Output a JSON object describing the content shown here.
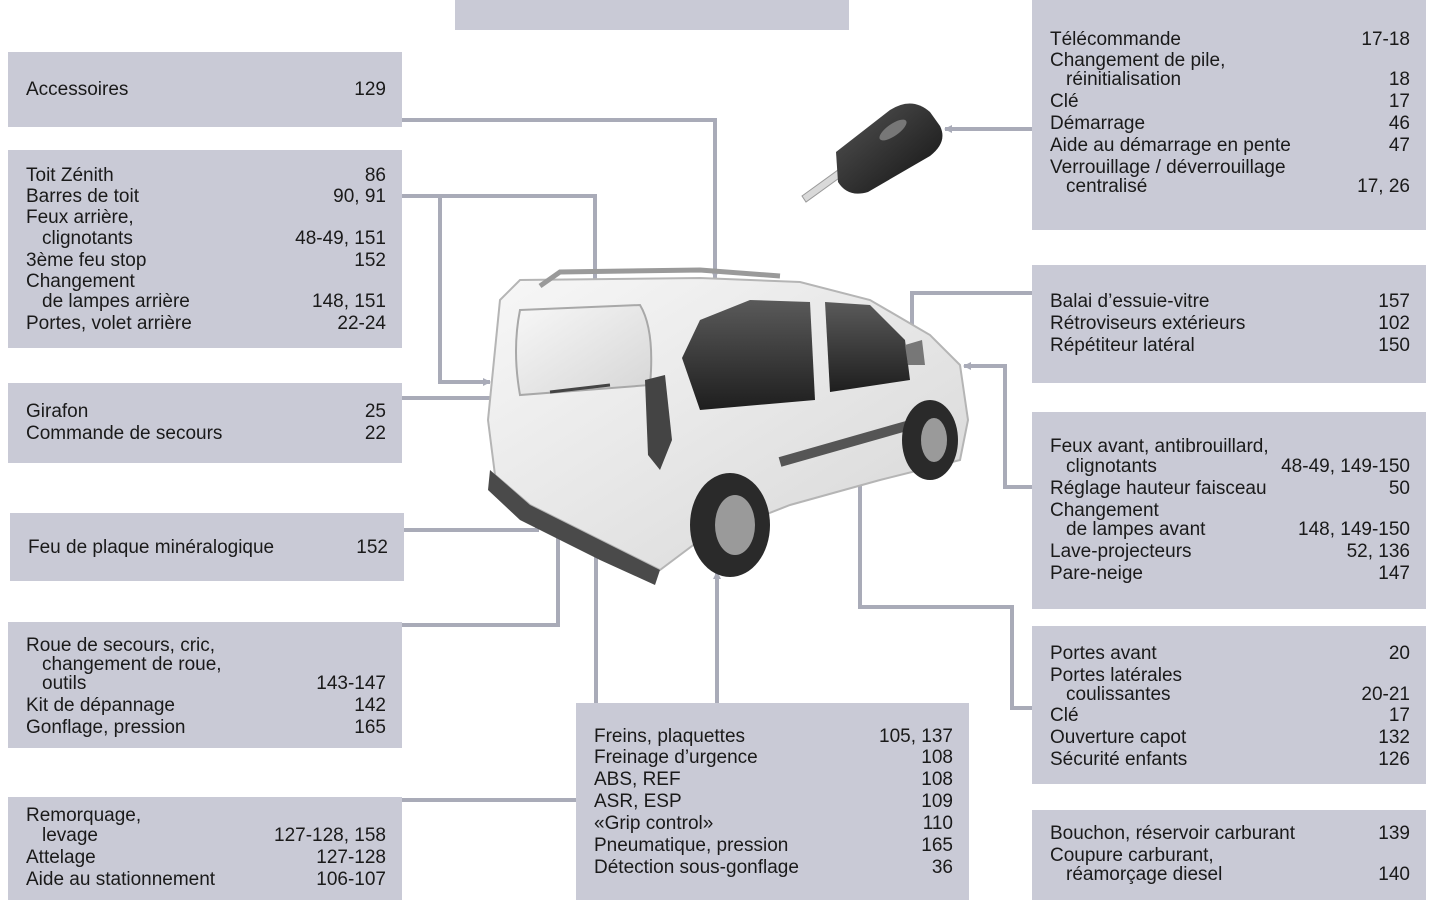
{
  "colors": {
    "box": "#c9cad6",
    "line": "#a9abb8",
    "text": "#1a1a1a"
  },
  "boxes": {
    "accessoires": [
      {
        "text": "Accessoires",
        "page": "129"
      }
    ],
    "toit": [
      {
        "text": "Toit Zénith",
        "page": "86"
      },
      {
        "text": "Barres de toit",
        "page": "90, 91"
      },
      {
        "text": "Feux arrière,",
        "page": ""
      },
      {
        "text": "clignotants",
        "page": "48-49, 151"
      },
      {
        "text": "3ème feu stop",
        "page": "152"
      },
      {
        "text": "Changement",
        "page": ""
      },
      {
        "text": "de lampes arrière",
        "page": "148, 151"
      },
      {
        "text": "Portes, volet arrière",
        "page": "22-24"
      }
    ],
    "girafon": [
      {
        "text": "Girafon",
        "page": "25"
      },
      {
        "text": "Commande de secours",
        "page": "22"
      }
    ],
    "plaque": [
      {
        "text": "Feu de plaque minéralogique",
        "page": "152"
      }
    ],
    "roue": [
      {
        "text": "Roue de secours, cric,",
        "page": ""
      },
      {
        "text": "changement de roue,",
        "page": ""
      },
      {
        "text": "outils",
        "page": "143-147"
      },
      {
        "text": "Kit de dépannage",
        "page": "142"
      },
      {
        "text": "Gonflage, pression",
        "page": "165"
      }
    ],
    "remorquage": [
      {
        "text": "Remorquage,",
        "page": ""
      },
      {
        "text": "levage",
        "page": "127-128, 158"
      },
      {
        "text": "Attelage",
        "page": "127-128"
      },
      {
        "text": "Aide au stationnement",
        "page": "106-107"
      }
    ],
    "freins": [
      {
        "text": "Freins, plaquettes",
        "page": "105, 137"
      },
      {
        "text": "Freinage d’urgence",
        "page": "108"
      },
      {
        "text": "ABS, REF",
        "page": "108"
      },
      {
        "text": "ASR, ESP",
        "page": "109"
      },
      {
        "text": "«Grip control»",
        "page": "110"
      },
      {
        "text": "Pneumatique, pression",
        "page": "165"
      },
      {
        "text": "Détection sous-gonflage",
        "page": "36"
      }
    ],
    "telecommande": [
      {
        "text": "Télécommande",
        "page": "17-18"
      },
      {
        "text": "Changement de pile,",
        "page": ""
      },
      {
        "text": "réinitialisation",
        "page": "18"
      },
      {
        "text": "Clé",
        "page": "17"
      },
      {
        "text": "Démarrage",
        "page": "46"
      },
      {
        "text": "Aide au démarrage en pente",
        "page": "47"
      },
      {
        "text": "Verrouillage / déverrouillage",
        "page": ""
      },
      {
        "text": "centralisé",
        "page": "17, 26"
      }
    ],
    "balai": [
      {
        "text": "Balai d’essuie-vitre",
        "page": "157"
      },
      {
        "text": "Rétroviseurs extérieurs",
        "page": "102"
      },
      {
        "text": "Répétiteur latéral",
        "page": "150"
      }
    ],
    "feuxavant": [
      {
        "text": "Feux avant, antibrouillard,",
        "page": ""
      },
      {
        "text": "clignotants",
        "page": "48-49, 149-150"
      },
      {
        "text": "Réglage hauteur faisceau",
        "page": "50"
      },
      {
        "text": "Changement",
        "page": ""
      },
      {
        "text": "de lampes avant",
        "page": "148, 149-150"
      },
      {
        "text": "Lave-projecteurs",
        "page": "52, 136"
      },
      {
        "text": "Pare-neige",
        "page": "147"
      }
    ],
    "portes": [
      {
        "text": "Portes avant",
        "page": "20"
      },
      {
        "text": "Portes latérales",
        "page": ""
      },
      {
        "text": "coulissantes",
        "page": "20-21"
      },
      {
        "text": "Clé",
        "page": "17"
      },
      {
        "text": "Ouverture capot",
        "page": "132"
      },
      {
        "text": "Sécurité enfants",
        "page": "126"
      }
    ],
    "bouchon": [
      {
        "text": "Bouchon, réservoir carburant",
        "page": "139"
      },
      {
        "text": "Coupure carburant,",
        "page": ""
      },
      {
        "text": "réamorçage diesel",
        "page": "140"
      }
    ]
  }
}
